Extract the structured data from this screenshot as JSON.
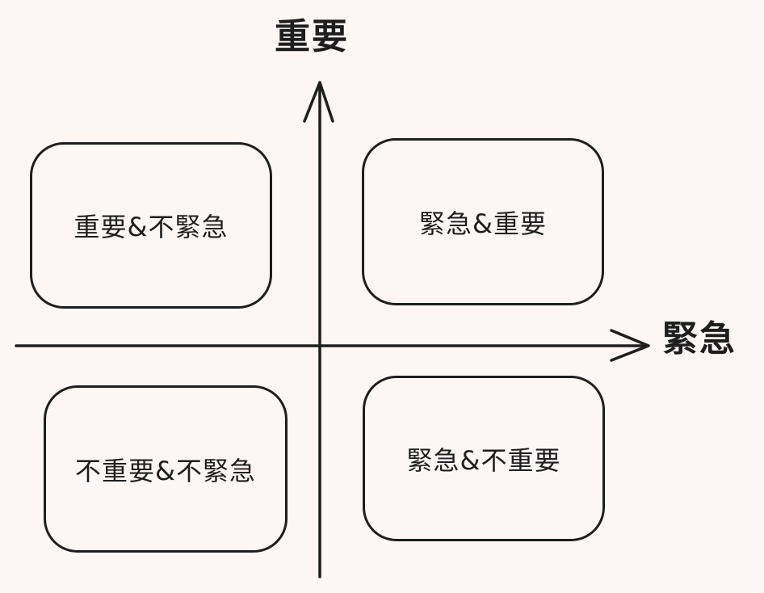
{
  "axes": {
    "y_label": "重要",
    "x_label": "緊急"
  },
  "quadrants": {
    "top_left": "重要&不緊急",
    "top_right": "緊急&重要",
    "bottom_left": "不重要&不緊急",
    "bottom_right": "緊急&不重要"
  },
  "colors": {
    "background": "#fcf7f5",
    "stroke": "#1e1e1e"
  }
}
